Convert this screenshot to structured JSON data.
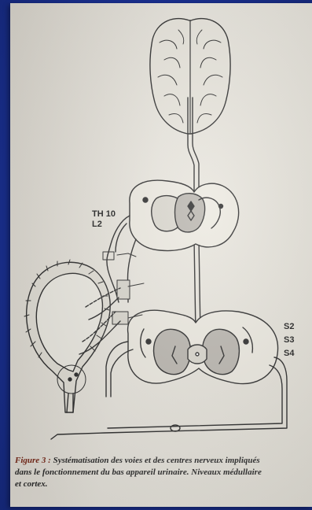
{
  "levels": {
    "thoracolumbar": [
      "TH 10",
      "L2"
    ],
    "sacral": [
      "S2",
      "S3",
      "S4"
    ]
  },
  "caption": {
    "figure_ref": "Figure 3 :",
    "text_line1": "Systématisation des voies et des centres nerveux impliqués",
    "text_line2": "dans le fonctionnement du bas appareil urinaire. Niveaux médullaire",
    "text_line3": "et cortex."
  },
  "colors": {
    "slide_background": "#1a2f8e",
    "paper": "#e6e3da",
    "ink": "#2a2a2a",
    "grey_matter": "#b9b5ae"
  }
}
